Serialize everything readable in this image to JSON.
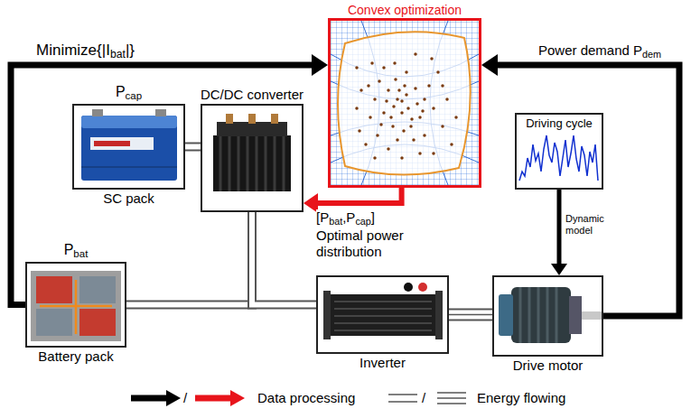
{
  "diagram": {
    "nodes": [
      {
        "text": [
          "Convex optimization"
        ]
      },
      {
        "text": [
          "Pcap",
          "SC pack"
        ]
      },
      {
        "text": [
          "DC/DC converter"
        ]
      },
      {
        "text": [
          "Driving cycle"
        ]
      },
      {
        "text": [
          "Pbat",
          "Battery pack"
        ]
      },
      {
        "text": [
          "Inverter"
        ]
      },
      {
        "text": [
          "Drive motor"
        ]
      }
    ],
    "edges": [
      {
        "from": 4,
        "to": 0,
        "arrow": "to",
        "label": "Minimize{|Ibat|}"
      },
      {
        "from": 6,
        "to": 0,
        "arrow": "to",
        "label": "Power demand Pdem"
      },
      {
        "from": 0,
        "to": 2,
        "arrow": "to",
        "label": "[Pbat,Pcap]"
      },
      {
        "from": 3,
        "to": 6,
        "arrow": "to",
        "label": "Dynamic model"
      },
      {
        "from": 1,
        "to": 2,
        "arrow": "none"
      },
      {
        "from": 2,
        "to": 4,
        "arrow": "none"
      },
      {
        "from": 2,
        "to": 5,
        "arrow": "none"
      },
      {
        "from": 5,
        "to": 6,
        "arrow": "none"
      }
    ],
    "labels": [
      "Optimal power distribution",
      "/",
      "/"
    ],
    "legend": [
      {
        "text": "Data processing"
      },
      {
        "text": "Energy flowing"
      }
    ]
  }
}
